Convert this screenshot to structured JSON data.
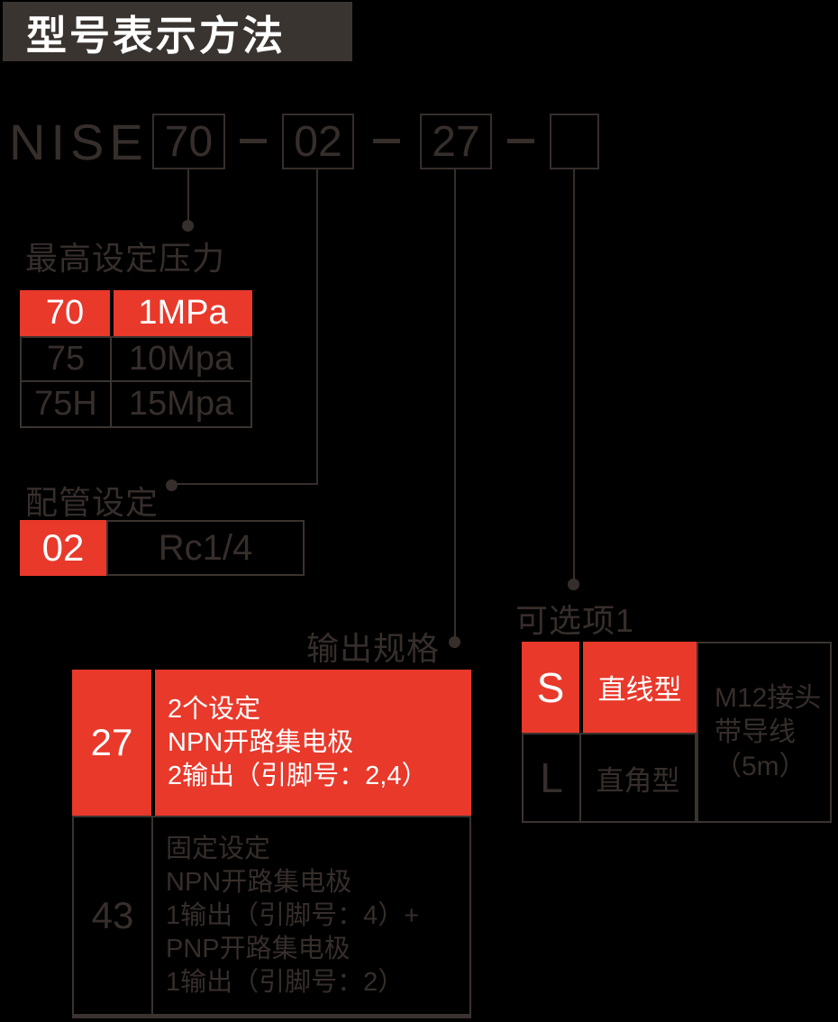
{
  "colors": {
    "background": "#000000",
    "accent_red": "#e8392b",
    "ink": "#362e2b",
    "border": "#3b3330",
    "title_bar_bg": "#3a3431",
    "title_text": "#ffffff"
  },
  "title": {
    "text": "型号表示方法"
  },
  "model_code": {
    "prefix": "NISE",
    "separator": "—",
    "segments": [
      {
        "value": "70"
      },
      {
        "value": "02"
      },
      {
        "value": "27"
      },
      {
        "value": ""
      }
    ]
  },
  "sections": {
    "pressure": {
      "label": "最高设定压力",
      "rows": [
        {
          "code": "70",
          "value": "1MPa",
          "highlight": true
        },
        {
          "code": "75",
          "value": "10Mpa",
          "highlight": false
        },
        {
          "code": "75H",
          "value": "15Mpa",
          "highlight": false
        }
      ]
    },
    "piping": {
      "label": "配管设定",
      "rows": [
        {
          "code": "02",
          "value": "Rc1/4",
          "highlight": true
        }
      ]
    },
    "output": {
      "label": "输出规格",
      "rows": [
        {
          "code": "27",
          "highlight": true,
          "lines": [
            "2个设定",
            "NPN开路集电极",
            "2输出（引脚号：2,4）"
          ]
        },
        {
          "code": "43",
          "highlight": false,
          "lines": [
            "固定设定",
            "NPN开路集电极",
            "1输出（引脚号：4）+",
            "PNP开路集电极",
            "1输出（引脚号：2）"
          ]
        }
      ]
    },
    "option1": {
      "label": "可选项1",
      "rows": [
        {
          "code": "S",
          "value": "直线型",
          "highlight": true
        },
        {
          "code": "L",
          "value": "直角型",
          "highlight": false
        }
      ],
      "note_lines": [
        "M12接头",
        "带导线",
        "（5m）"
      ]
    }
  }
}
